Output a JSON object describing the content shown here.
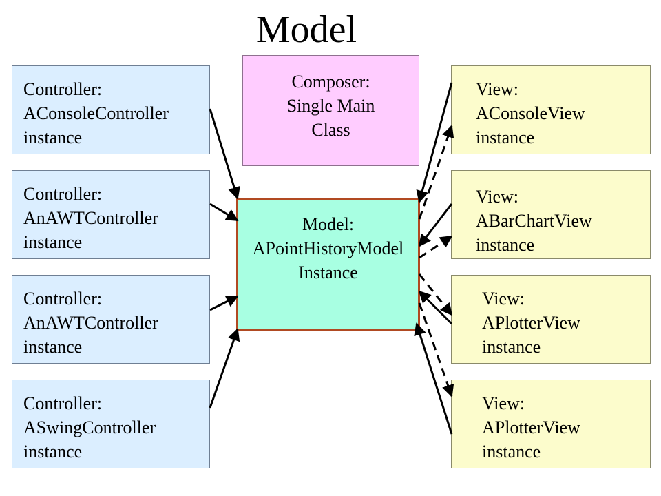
{
  "title": "Model",
  "composer": {
    "lines": [
      "Composer:",
      "Single Main",
      "Class"
    ]
  },
  "model": {
    "lines": [
      "Model:",
      "APointHistoryModel",
      "Instance"
    ]
  },
  "controllers": [
    {
      "lines": [
        "Controller:",
        "AConsoleController",
        "instance"
      ]
    },
    {
      "lines": [
        "Controller:",
        "AnAWTController",
        "instance"
      ]
    },
    {
      "lines": [
        "Controller:",
        "AnAWTController",
        "instance"
      ]
    },
    {
      "lines": [
        "Controller:",
        "ASwingController",
        "instance"
      ]
    }
  ],
  "views": [
    {
      "lines": [
        "View:",
        "AConsoleView",
        "instance"
      ]
    },
    {
      "lines": [
        "View:",
        "ABarChartView",
        "instance"
      ]
    },
    {
      "lines": [
        "View:",
        "APlotterView",
        "instance"
      ]
    },
    {
      "lines": [
        "View:",
        "APlotterView",
        "instance"
      ]
    }
  ],
  "colors": {
    "controller_fill": "#dbeeff",
    "view_fill": "#fcfccc",
    "composer_fill": "#ffccff",
    "model_fill": "#a8ffe2",
    "model_border": "#b14a22"
  }
}
